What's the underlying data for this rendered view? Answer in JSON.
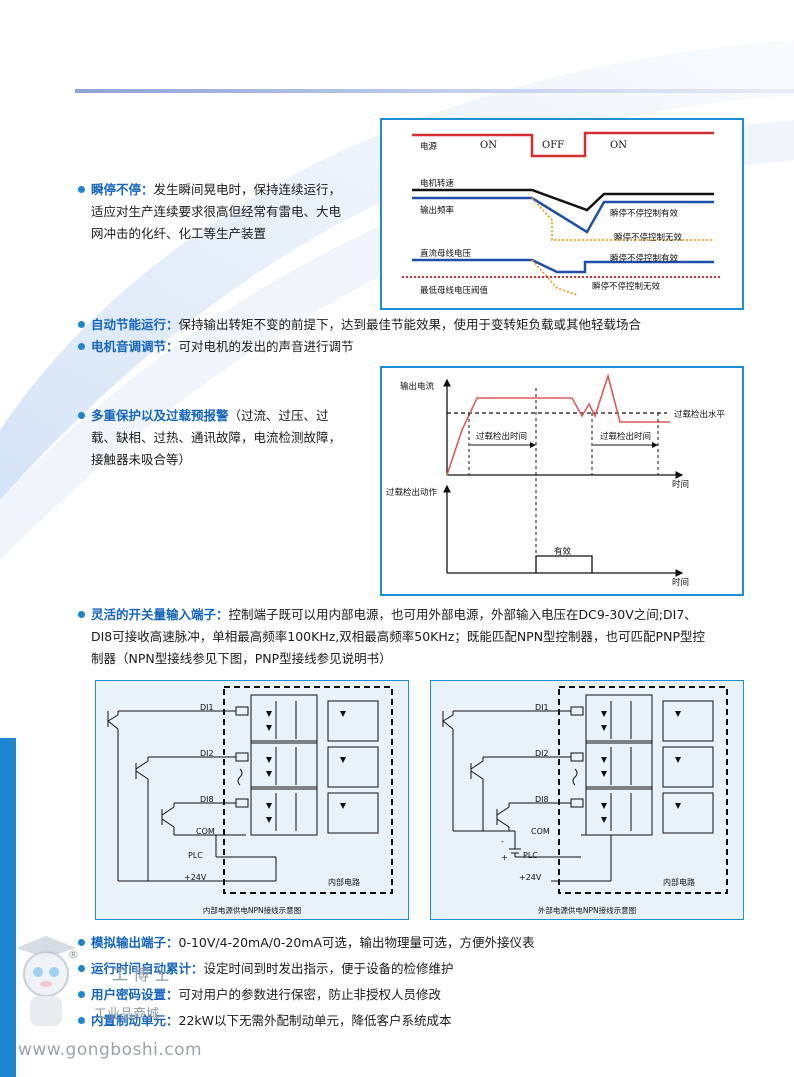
{
  "features": {
    "instant_stop": {
      "title": "瞬停不停：",
      "text_line1": "发生瞬间晃电时，保持连续运行，",
      "text_line2": "适应对生产连续要求很高但经常有雷电、大电",
      "text_line3": "网冲击的化纤、化工等生产装置"
    },
    "auto_energy": {
      "title": "自动节能运行：",
      "text": "保持输出转矩不变的前提下，达到最佳节能效果，使用于变转矩负载或其他轻载场合"
    },
    "motor_tone": {
      "title": "电机音调调节：",
      "text": "可对电机的发出的声音进行调节"
    },
    "protection": {
      "title": "多重保护以及过载预报警",
      "text_line1": "（过流、过压、过",
      "text_line2": "载、缺相、过热、通讯故障，电流检测故障，",
      "text_line3": "接触器未吸合等）"
    },
    "switch_input": {
      "title": "灵活的开关量输入端子：",
      "text_line1": "控制端子既可以用内部电源，也可用外部电源，外部输入电压在DC9-30V之间;DI7、",
      "text_line2": "DI8可接收高速脉冲，单相最高频率100KHz,双相最高频率50KHz；既能匹配NPN型控制器，也可匹配PNP型控",
      "text_line3": "制器（NPN型接线参见下图，PNP型接线参见说明书）"
    },
    "analog_output": {
      "title": "模拟输出端子：",
      "text": "0-10V/4-20mA/0-20mA可选，输出物理量可选，方便外接仪表"
    },
    "runtime": {
      "title": "运行时间自动累计：",
      "text": "设定时间到时发出指示，便于设备的检修维护"
    },
    "password": {
      "title": "用户密码设置：",
      "text": "可对用户的参数进行保密，防止非授权人员修改"
    },
    "braking": {
      "title": "内置制动单元：",
      "text": "22kW以下无需外配制动单元，降低客户系统成本"
    }
  },
  "diagram1": {
    "labels": {
      "power": "电源",
      "on1": "ON",
      "off": "OFF",
      "on2": "ON",
      "motor_speed": "电机转速",
      "output_freq": "输出频率",
      "invalid1": "瞬停不停控制有效",
      "invalid2": "瞬停不停控制无效",
      "dc_bus": "直流母线电压",
      "invalid3": "瞬停不停控制有效",
      "invalid4": "瞬停不停控制无效",
      "min_bus": "最低母线电压阀值"
    }
  },
  "diagram2": {
    "labels": {
      "output_current": "输出电流",
      "overload_level": "过载检出水平",
      "detect_time1": "过载检出时间",
      "detect_time2": "过载检出时间",
      "time1": "时间",
      "overload_action": "过载检出动作",
      "valid": "有效",
      "time2": "时间"
    }
  },
  "circuit_left": {
    "caption": "内部电源供电NPN接线示意图",
    "labels": {
      "di1": "DI1",
      "di2": "DI2",
      "di8": "DI8",
      "com": "COM",
      "plc": "PLC",
      "p24": "+24V",
      "internal": "内部电路"
    }
  },
  "circuit_right": {
    "caption": "外部电源供电NPN接线示意图",
    "labels": {
      "di1": "DI1",
      "di2": "DI2",
      "di8": "DI8",
      "com": "COM",
      "plc": "PLC",
      "p24": "+24V",
      "internal": "内部电路",
      "minus": "-",
      "plus": "+"
    }
  },
  "watermark": {
    "url": "www.gongboshi.com",
    "brand_line1": "工 博 士",
    "brand_line2": "工业品商城",
    "reg": "®"
  },
  "colors": {
    "accent": "#1c86d0",
    "keyword": "#1565c0",
    "red": "#d32f2f",
    "blue": "#1f4fa8",
    "orange": "#f29a1f"
  }
}
